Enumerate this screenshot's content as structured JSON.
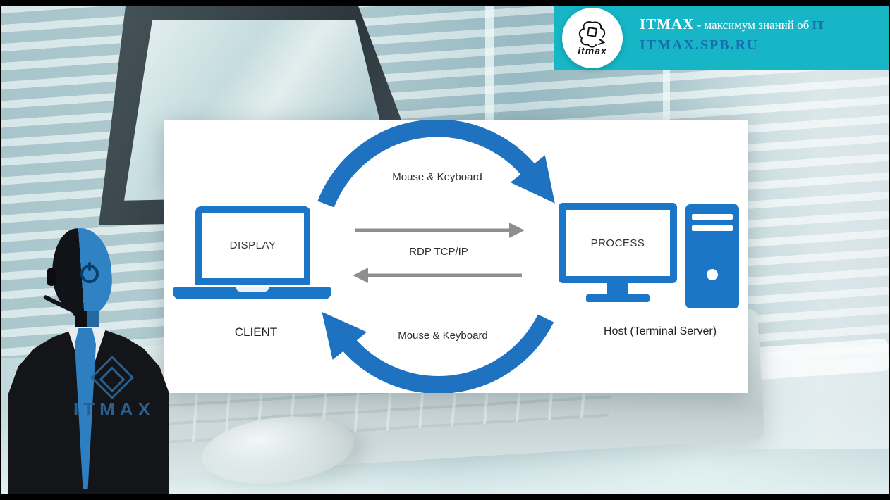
{
  "banner": {
    "logo_text": "itmax",
    "brand": "ITMAX",
    "separator": " - ",
    "tagline": "максимум знаний об ",
    "tagline_accent": "IT",
    "url": "ITMAX.SPB.RU",
    "bg_color": "#16b6c6",
    "accent_color": "#1a6cb0"
  },
  "mascot": {
    "brand": "ITMAX"
  },
  "diagram": {
    "client_screen_label": "DISPLAY",
    "client_caption": "CLIENT",
    "host_screen_label": "PROCESS",
    "host_caption": "Host (Terminal Server)",
    "top_flow_label": "Mouse & Keyboard",
    "bottom_flow_label": "Mouse & Keyboard",
    "protocol_label": "RDP TCP/IP",
    "device_color": "#1c76c8",
    "arc_color": "#1f72c0",
    "gray_arrow_color": "#8e8e8e"
  }
}
